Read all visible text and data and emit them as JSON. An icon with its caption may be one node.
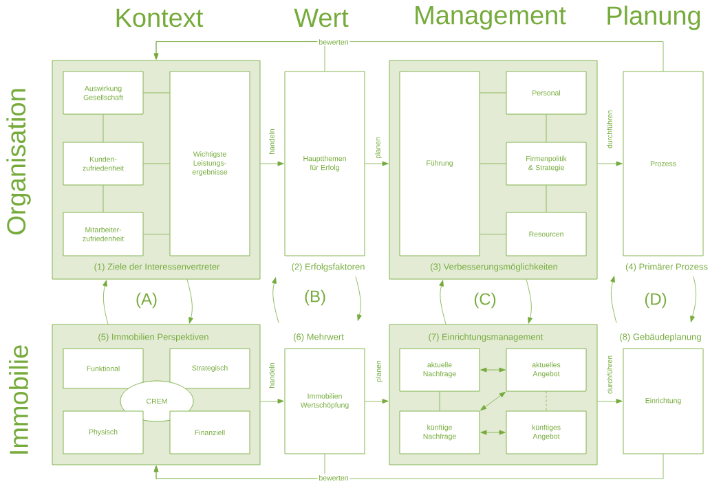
{
  "diagram": {
    "nodes": [
      {
        "text": [
          "(1) Ziele der Interessenvertreter"
        ]
      },
      {
        "text": [
          "Auswirkung Gesellschaft"
        ],
        "in": 0
      },
      {
        "text": [
          "Kunden-zufriedenheit"
        ],
        "in": 0
      },
      {
        "text": [
          "Mitarbeiter-zufriedenheit"
        ],
        "in": 0
      },
      {
        "text": [
          "Wichtigste Leistungs-ergebnisse"
        ],
        "in": 0
      },
      {
        "text": [
          "Hauptthemen für Erfolg"
        ],
        "beside": [
          "(2) Erfolgsfaktoren"
        ]
      },
      {
        "text": [
          "(3) Verbesserungsmöglichkeiten"
        ]
      },
      {
        "text": [
          "Führung"
        ],
        "in": 6
      },
      {
        "text": [
          "Personal"
        ],
        "in": 6
      },
      {
        "text": [
          "Firmenpolitik & Strategie"
        ],
        "in": 6
      },
      {
        "text": [
          "Resourcen"
        ],
        "in": 6
      },
      {
        "text": [
          "Prozess"
        ],
        "beside": [
          "(4) Primärer Prozess"
        ]
      },
      {
        "text": [
          "(5) Immobilien Perspektiven"
        ]
      },
      {
        "text": [
          "Funktional"
        ],
        "in": 12
      },
      {
        "text": [
          "Strategisch"
        ],
        "in": 12
      },
      {
        "text": [
          "CREM"
        ],
        "in": 12
      },
      {
        "text": [
          "Physisch"
        ],
        "in": 12
      },
      {
        "text": [
          "Finanziell"
        ],
        "in": 12
      },
      {
        "text": [
          "Immobilien Wertschöpfung"
        ],
        "beside": [
          "(6) Mehrwert"
        ]
      },
      {
        "text": [
          "(7) Einrichtungsmanagement"
        ]
      },
      {
        "text": [
          "aktuelle Nachfrage"
        ],
        "in": 19
      },
      {
        "text": [
          "aktuelles Angebot"
        ],
        "in": 19
      },
      {
        "text": [
          "künftige Nachfrage"
        ],
        "in": 19
      },
      {
        "text": [
          "künftiges Angebot"
        ],
        "in": 19
      },
      {
        "text": [
          "Einrichtung"
        ],
        "beside": [
          "(8) Gebäudeplanung"
        ]
      }
    ],
    "edges": [
      {
        "from": 1,
        "to": 4,
        "arrow": "none"
      },
      {
        "from": 2,
        "to": 4,
        "arrow": "none"
      },
      {
        "from": 3,
        "to": 4,
        "arrow": "none"
      },
      {
        "from": 1,
        "to": 2,
        "arrow": "none"
      },
      {
        "from": 2,
        "to": 3,
        "arrow": "none"
      },
      {
        "from": 0,
        "to": 5,
        "arrow": "to",
        "label": "handeln"
      },
      {
        "from": 5,
        "to": 6,
        "arrow": "to",
        "label": "planen"
      },
      {
        "from": 6,
        "to": 11,
        "arrow": "to",
        "label": "durchführen"
      },
      {
        "from": 5,
        "to": 0,
        "arrow": "to",
        "label": "bewerten"
      },
      {
        "from": 11,
        "to": 0,
        "arrow": "to"
      },
      {
        "from": 7,
        "to": 8,
        "arrow": "none"
      },
      {
        "from": 7,
        "to": 9,
        "arrow": "none"
      },
      {
        "from": 7,
        "to": 10,
        "arrow": "none"
      },
      {
        "from": 8,
        "to": 9,
        "arrow": "none"
      },
      {
        "from": 9,
        "to": 10,
        "arrow": "none"
      },
      {
        "from": 12,
        "to": 0,
        "arrow": "to"
      },
      {
        "from": 0,
        "to": 12,
        "arrow": "to"
      },
      {
        "from": 18,
        "to": 5,
        "arrow": "to"
      },
      {
        "from": 5,
        "to": 18,
        "arrow": "to"
      },
      {
        "from": 19,
        "to": 6,
        "arrow": "to"
      },
      {
        "from": 6,
        "to": 19,
        "arrow": "to"
      },
      {
        "from": 24,
        "to": 11,
        "arrow": "to"
      },
      {
        "from": 11,
        "to": 24,
        "arrow": "to"
      },
      {
        "from": 12,
        "to": 18,
        "arrow": "to",
        "label": "handeln"
      },
      {
        "from": 18,
        "to": 19,
        "arrow": "to",
        "label": "planen"
      },
      {
        "from": 19,
        "to": 24,
        "arrow": "to",
        "label": "durchführen"
      },
      {
        "from": 18,
        "to": 12,
        "arrow": "to",
        "label": "bewerten"
      },
      {
        "from": 24,
        "to": 12,
        "arrow": "to"
      },
      {
        "from": 20,
        "to": 21,
        "arrow": "both"
      },
      {
        "from": 22,
        "to": 23,
        "arrow": "both"
      },
      {
        "from": 21,
        "to": 22,
        "arrow": "both"
      },
      {
        "from": 20,
        "to": 22,
        "arrow": "none"
      },
      {
        "from": 21,
        "to": 23,
        "arrow": "none",
        "style": "dashed"
      }
    ],
    "labels": [
      "Kontext",
      "Wert",
      "Management",
      "Planung",
      "Organisation",
      "(A)",
      "(B)",
      "(C)",
      "(D)",
      "Immobilie"
    ]
  }
}
